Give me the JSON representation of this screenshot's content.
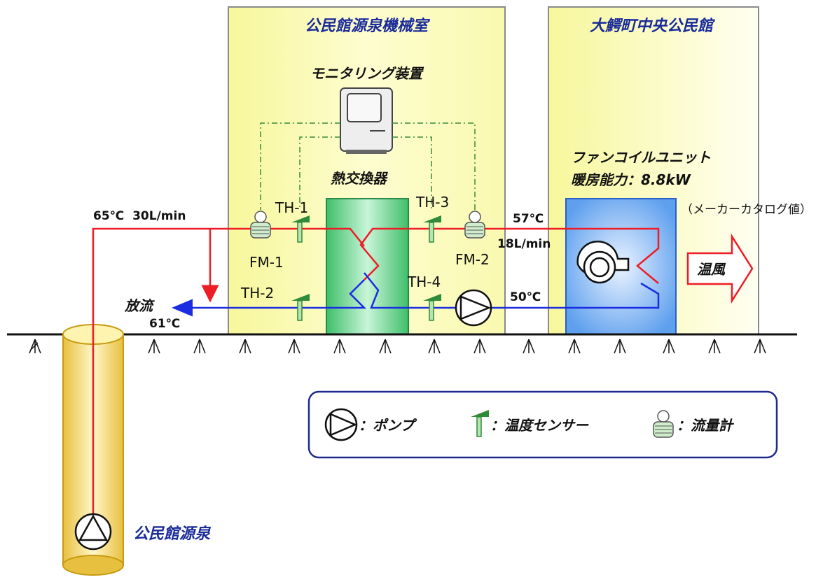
{
  "rooms": {
    "machine_room_title": "公民館源泉機械室",
    "community_hall_title": "大鰐町中央公民館"
  },
  "components": {
    "monitor_title": "モニタリング装置",
    "heat_exchanger_title": "熱交換器",
    "fancoil_title_line1": "ファンコイルユニット",
    "fancoil_title_line2": "暖房能力：8.8kW",
    "fancoil_note": "（メーカーカタログ値）",
    "warm_air": "温風",
    "well_label": "公民館源泉"
  },
  "sensors": {
    "th1": "TH-1",
    "th2": "TH-2",
    "th3": "TH-3",
    "th4": "TH-4",
    "fm1": "FM-1",
    "fm2": "FM-2"
  },
  "flows": {
    "source_temp_flow": "65℃  30L/min",
    "discharge_label": "放流",
    "discharge_temp": "61℃",
    "secondary_supply_temp": "57℃",
    "secondary_flow": "18L/min",
    "secondary_return_temp": "50℃"
  },
  "legend": {
    "pump": "：ポンプ",
    "temp_sensor": "：温度センサー",
    "flowmeter": "：流量計"
  },
  "colors": {
    "room_fill": "#fbfbb8",
    "hot_pipe": "#ee1c24",
    "cold_pipe": "#1b2de0",
    "sensor_green": "#2e8b3a",
    "monitor_line": "#3a8a3a",
    "legend_border": "#1f2a8c"
  }
}
